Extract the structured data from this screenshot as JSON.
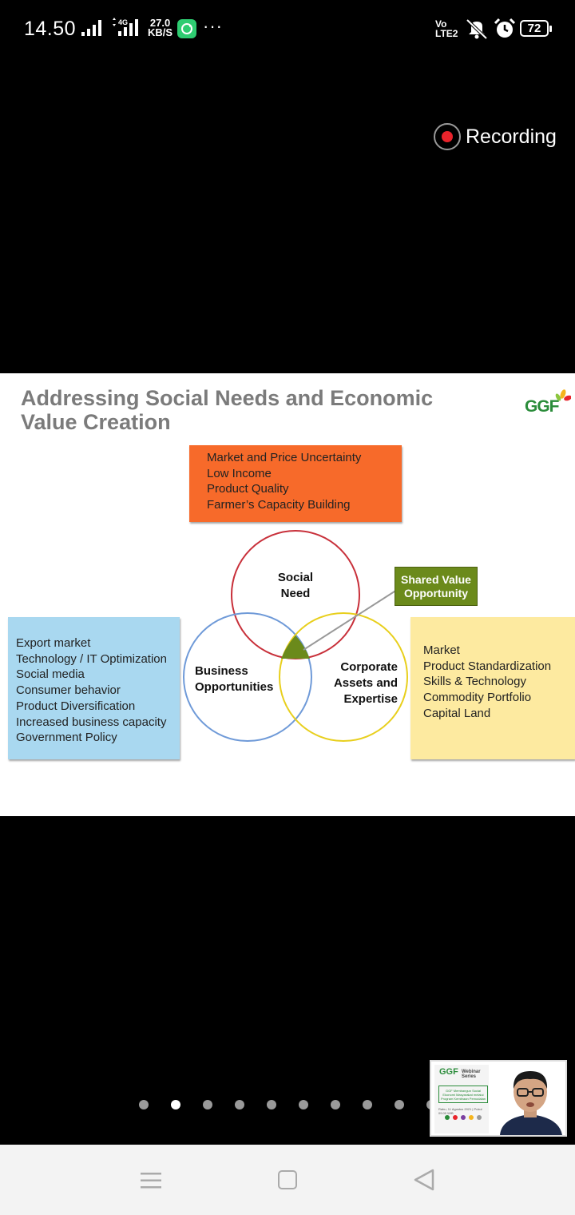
{
  "status_bar": {
    "time": "14.50",
    "network_type": "4G",
    "speed_value": "27.0",
    "speed_unit": "KB/S",
    "more": "···",
    "volte_top": "Vo",
    "volte_bottom": "LTE2",
    "battery": "72",
    "icons": [
      "signal-icon",
      "signal-4g-icon",
      "app-sync-icon",
      "volte-icon",
      "mute-icon",
      "alarm-icon",
      "battery-icon"
    ]
  },
  "recording": {
    "label": "Recording",
    "dot_color": "#e8232b"
  },
  "slide": {
    "title_line1": "Addressing Social Needs and Economic",
    "title_line2": "Value Creation",
    "logo_text": "GGF",
    "social_needs": [
      "Market and Price Uncertainty",
      "Low Income",
      "Product Quality",
      "Farmer’s Capacity Building"
    ],
    "business_items": [
      "Export market",
      "Technology / IT Optimization",
      "Social media",
      "Consumer behavior",
      "Product Diversification",
      "Increased business capacity",
      "Government Policy"
    ],
    "corporate_items": [
      "Market",
      "Product Standardization",
      "Skills & Technology",
      "Commodity Portfolio",
      "Capital Land"
    ],
    "venn": {
      "social_line1": "Social",
      "social_line2": "Need",
      "business_line1": "Business",
      "business_line2": "Opportunities",
      "corporate_line1": "Corporate",
      "corporate_line2": "Assets and",
      "corporate_line3": "Expertise"
    },
    "shared_line1": "Shared Value",
    "shared_line2": "Opportunity",
    "colors": {
      "orange": "#f76a2a",
      "blue": "#a9d8f0",
      "yellow": "#fdeaa0",
      "green": "#6b8a1b",
      "circle_social": "#c8303a",
      "circle_business": "#6f9ad8",
      "circle_corporate": "#e8cf1d"
    }
  },
  "pager": {
    "count": 10,
    "active_index": 1
  },
  "thumbnail": {
    "logo": "GGF",
    "subtitle": "Webinar Series",
    "card_line1": "GGF Membangun Social",
    "card_line2": "Ekonomi Masyarakat melalui",
    "card_line3": "Program Kemitraan Pemodalan",
    "date": "Rabu, 11 Agustus 2021 | Pukul 09.00 WIB"
  },
  "nav": {
    "icons": [
      "menu-icon",
      "home-icon",
      "back-icon"
    ]
  }
}
